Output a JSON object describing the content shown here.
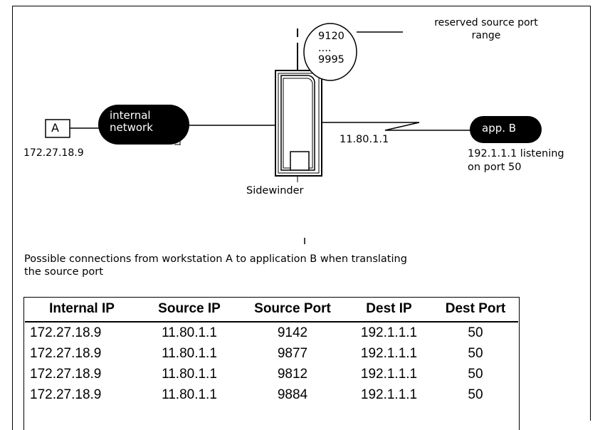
{
  "diagram": {
    "workstation_label": "A",
    "workstation_ip": "172.27.18.9",
    "internal_network_line1": "internal",
    "internal_network_line2": "network",
    "firewall_label": "Sidewinder",
    "firewall_ip": "11.80.1.1",
    "port_range_start": "9120",
    "port_range_dots": "....",
    "port_range_end": "9995",
    "reserved_label_line1": "reserved source port",
    "reserved_label_line2": "range",
    "app_label": "app. B",
    "app_info_line1": "192.1.1.1 listening",
    "app_info_line2": "on port 50"
  },
  "caption": {
    "line1": "Possible connections from workstation A to application B when translating",
    "line2": "the source port"
  },
  "table": {
    "headers": [
      "Internal IP",
      "Source IP",
      "Source Port",
      "Dest IP",
      "Dest Port"
    ],
    "rows": [
      [
        "172.27.18.9",
        "11.80.1.1",
        "9142",
        "192.1.1.1",
        "50"
      ],
      [
        "172.27.18.9",
        "11.80.1.1",
        "9877",
        "192.1.1.1",
        "50"
      ],
      [
        "172.27.18.9",
        "11.80.1.1",
        "9812",
        "192.1.1.1",
        "50"
      ],
      [
        "172.27.18.9",
        "11.80.1.1",
        "9884",
        "192.1.1.1",
        "50"
      ]
    ]
  }
}
